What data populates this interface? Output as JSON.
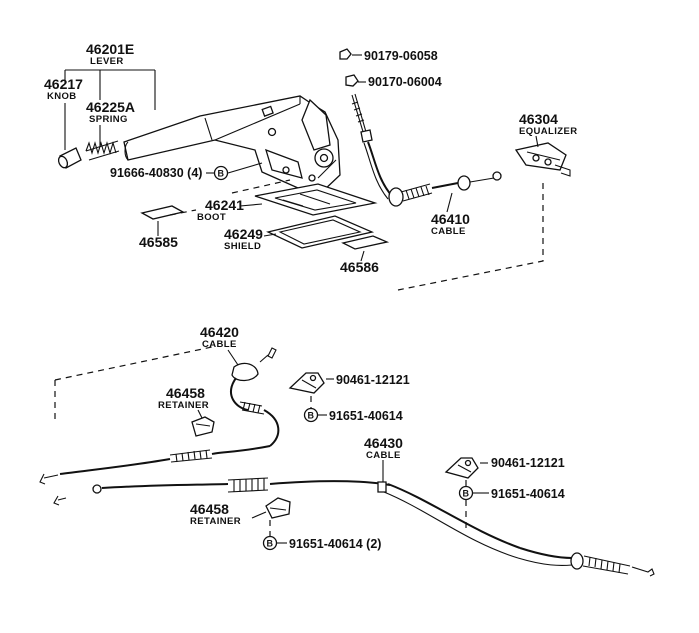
{
  "parts": {
    "lever": {
      "number": "46201E",
      "name": "LEVER"
    },
    "knob": {
      "number": "46217",
      "name": "KNOB"
    },
    "spring": {
      "number": "46225A",
      "name": "SPRING"
    },
    "bolt_lever": {
      "number": "91666-40830 (4)",
      "marker": "B"
    },
    "boot": {
      "number": "46241",
      "name": "BOOT"
    },
    "shield": {
      "number": "46249",
      "name": "SHIELD"
    },
    "pad_left": {
      "number": "46585"
    },
    "pad_right": {
      "number": "46586"
    },
    "nut_upper": {
      "number": "90179-06058"
    },
    "nut_lower": {
      "number": "90170-06004"
    },
    "front_cable": {
      "number": "46410",
      "name": "CABLE"
    },
    "equalizer": {
      "number": "46304",
      "name": "EQUALIZER"
    },
    "cable_left": {
      "number": "46420",
      "name": "CABLE"
    },
    "retainer_upper": {
      "number": "46458",
      "name": "RETAINER"
    },
    "clamp_left": {
      "number": "90461-12121"
    },
    "bolt_left": {
      "number": "91651-40614",
      "marker": "B"
    },
    "cable_right": {
      "number": "46430",
      "name": "CABLE"
    },
    "clamp_right": {
      "number": "90461-12121"
    },
    "bolt_right": {
      "number": "91651-40614",
      "marker": "B"
    },
    "retainer_lower": {
      "number": "46458",
      "name": "RETAINER"
    },
    "bolt_retainer": {
      "number": "91651-40614 (2)",
      "marker": "B"
    }
  }
}
